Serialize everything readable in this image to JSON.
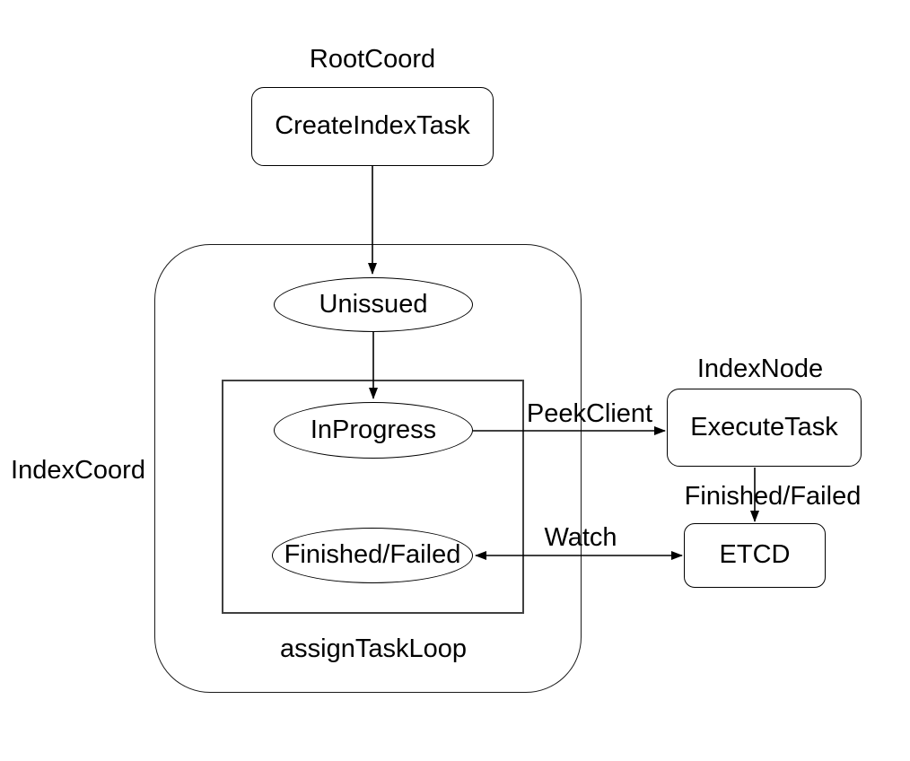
{
  "canvas": {
    "background": "#ffffff",
    "stroke_color": "#000000",
    "text_color": "#000000"
  },
  "groups": {
    "root_coord": {
      "label": "RootCoord"
    },
    "index_coord": {
      "label": "IndexCoord"
    },
    "index_node": {
      "label": "IndexNode"
    },
    "assign_task_loop": {
      "label": "assignTaskLoop"
    }
  },
  "nodes": {
    "create_index_task": {
      "label": "CreateIndexTask",
      "shape": "rounded-rect"
    },
    "unissued": {
      "label": "Unissued",
      "shape": "ellipse"
    },
    "in_progress": {
      "label": "InProgress",
      "shape": "ellipse"
    },
    "finished_failed": {
      "label": "Finished/Failed",
      "shape": "ellipse"
    },
    "execute_task": {
      "label": "ExecuteTask",
      "shape": "rounded-rect"
    },
    "etcd": {
      "label": "ETCD",
      "shape": "rounded-rect"
    }
  },
  "edges": {
    "create_to_unissued": {
      "label": ""
    },
    "unissued_to_in_progress": {
      "label": ""
    },
    "peek_client": {
      "label": "PeekClient"
    },
    "execute_to_etcd": {
      "label": "Finished/Failed"
    },
    "watch": {
      "label": "Watch"
    }
  }
}
